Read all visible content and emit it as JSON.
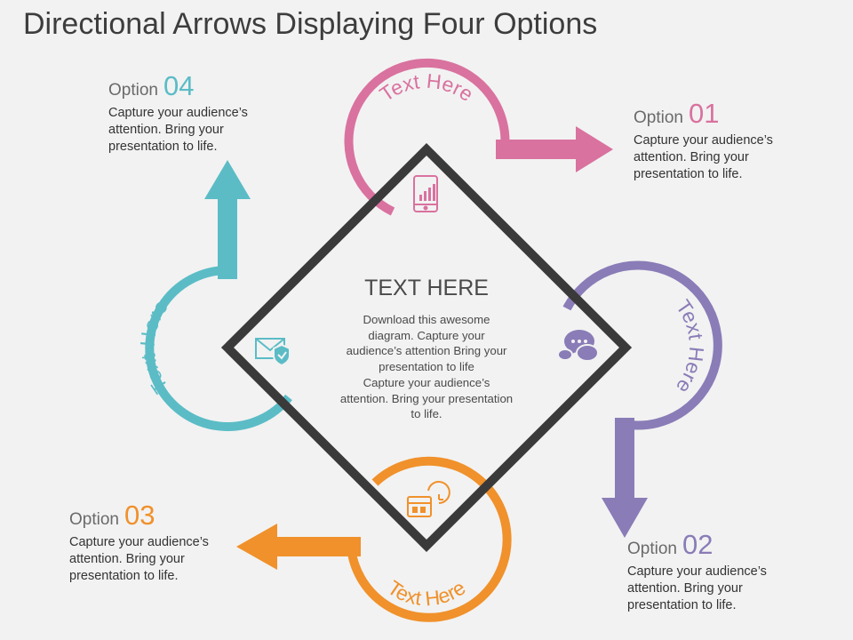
{
  "title": "Directional Arrows Displaying Four Options",
  "center": {
    "heading": "TEXT HERE",
    "body_lines": [
      "Download this awesome",
      "diagram. Capture your",
      "audience’s attention Bring your",
      "presentation to life",
      "Capture your audience’s",
      "attention. Bring your presentation",
      "to life."
    ]
  },
  "options": [
    {
      "label": "Option",
      "number": "01",
      "color": "#d9729f",
      "body_lines": [
        "Capture your audience’s",
        "attention. Bring your",
        "presentation to life."
      ]
    },
    {
      "label": "Option",
      "number": "02",
      "color": "#8a7cb7",
      "body_lines": [
        "Capture your audience’s",
        "attention. Bring your",
        "presentation to life."
      ]
    },
    {
      "label": "Option",
      "number": "03",
      "color": "#f0912b",
      "body_lines": [
        "Capture your audience’s",
        "attention. Bring your",
        "presentation to life."
      ]
    },
    {
      "label": "Option",
      "number": "04",
      "color": "#5bbcc6",
      "body_lines": [
        "Capture your audience’s",
        "attention. Bring your",
        "presentation to life."
      ]
    }
  ],
  "ring_labels": [
    "Text Here",
    "Text Here",
    "Text Here",
    "Text Here"
  ],
  "icons": [
    "mobile-chart-icon",
    "chat-bubbles-icon",
    "calendar-clock-icon",
    "mail-shield-icon"
  ],
  "colors": {
    "diamond": "#3a3a3a",
    "pink": "#d9729f",
    "purple": "#8a7cb7",
    "orange": "#f0912b",
    "teal": "#5bbcc6"
  }
}
